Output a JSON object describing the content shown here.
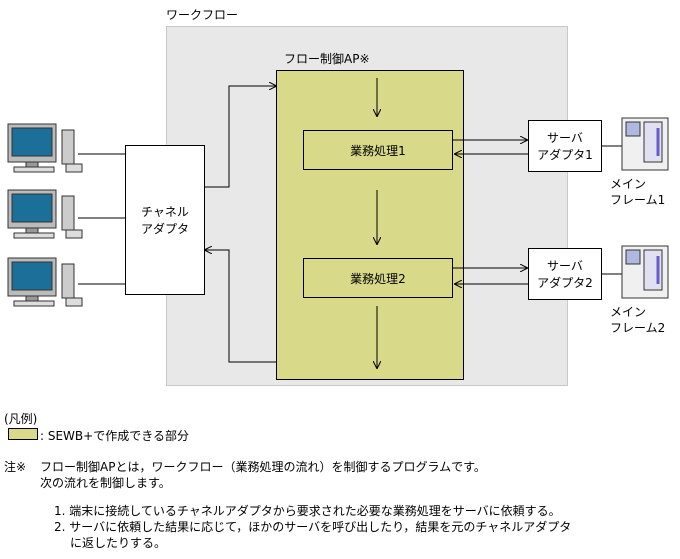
{
  "workflow_label": "ワークフロー",
  "flow_ap_label": "フロー制御AP※",
  "channel_adapter": [
    "チャネル",
    "アダプタ"
  ],
  "business_process_1": "業務処理1",
  "business_process_2": "業務処理2",
  "server_adapter_1": [
    "サーバ",
    "アダプタ1"
  ],
  "server_adapter_2": [
    "サーバ",
    "アダプタ2"
  ],
  "mainframe_1": [
    "メイン",
    "フレーム1"
  ],
  "mainframe_2": [
    "メイン",
    "フレーム2"
  ],
  "legend": {
    "title": "(凡例)",
    "item": ": SEWB+で作成できる部分",
    "color": "#d9d98a"
  },
  "note": {
    "marker": "注※",
    "line1": "フロー制御APとは，ワークフロー（業務処理の流れ）を制御するプログラムです。",
    "line2": "次の流れを制御します。",
    "items": [
      "1.  端末に接続しているチャネルアダプタから要求された必要な業務処理をサーバに依頼する。",
      "2.  サーバに依頼した結果に応じて，ほかのサーバを呼び出したり，結果を元のチャネルアダプタ",
      "に返したりする。"
    ]
  }
}
